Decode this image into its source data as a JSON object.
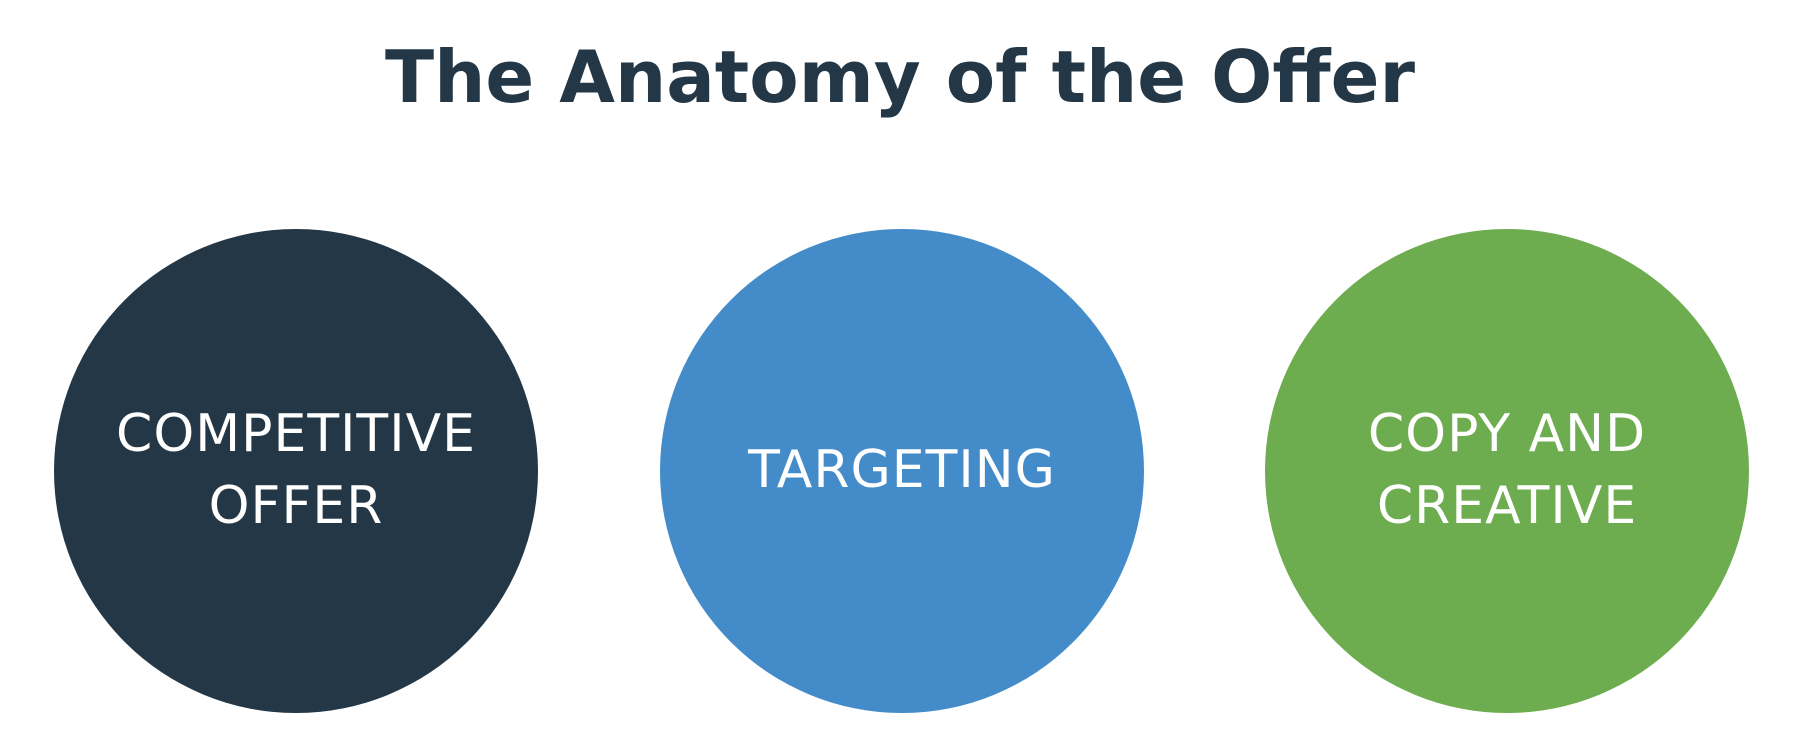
{
  "diagram": {
    "title": "The Anatomy of the Offer",
    "circles": [
      {
        "label": "COMPETITIVE\nOFFER",
        "color": "#243746"
      },
      {
        "label": "TARGETING",
        "color": "#448cc9"
      },
      {
        "label": "COPY AND\nCREATIVE",
        "color": "#6dac4f"
      }
    ]
  }
}
